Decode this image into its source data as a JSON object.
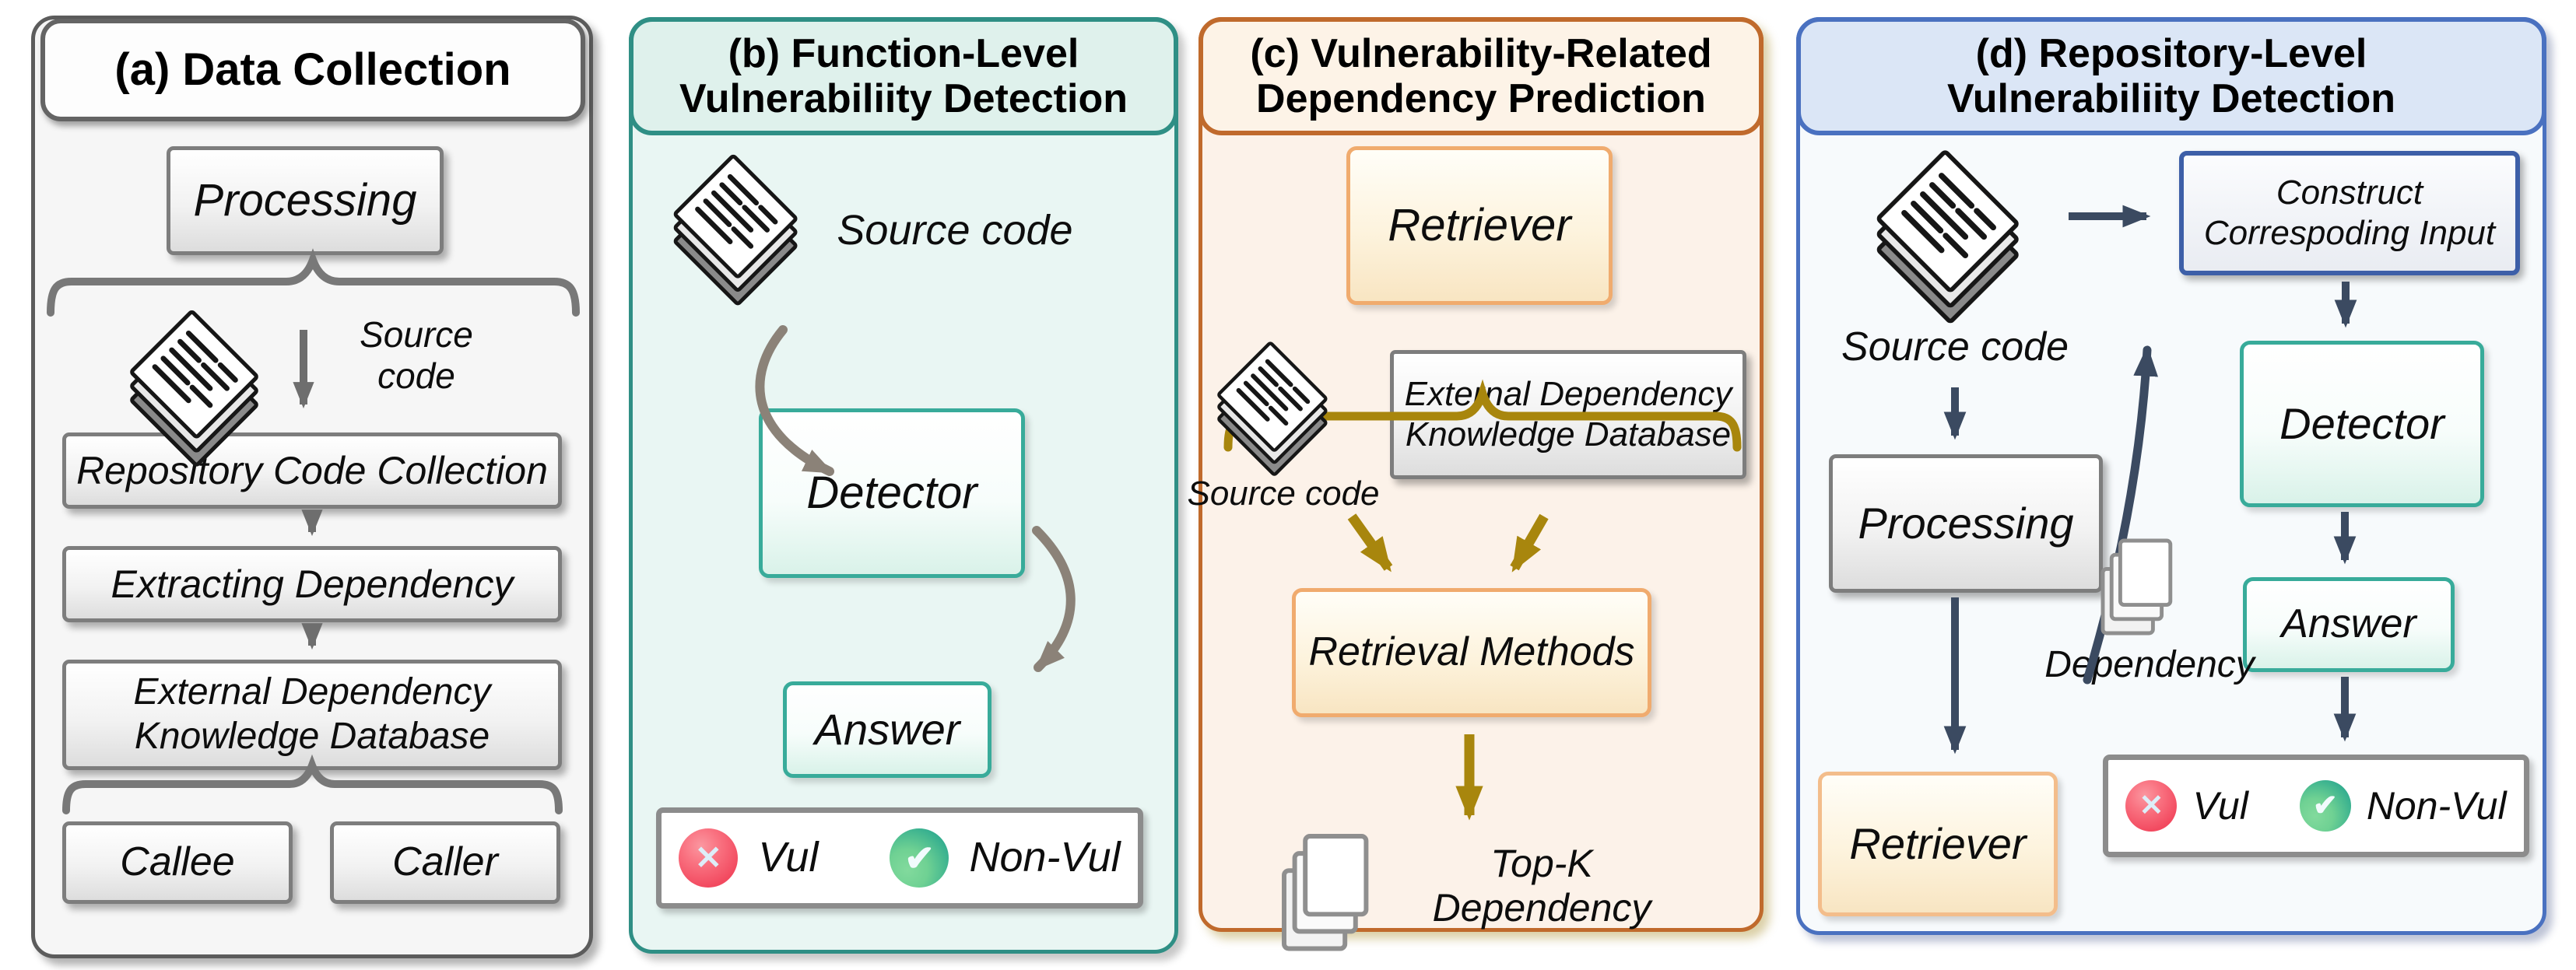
{
  "figure": {
    "panels": {
      "a": {
        "title": "(a) Data Collection",
        "processing": "Processing",
        "source_code_label": "Source code",
        "repo_collection": "Repository Code Collection",
        "extracting": "Extracting Dependency",
        "external_db": "External Dependency\nKnowledge Database",
        "callee": "Callee",
        "caller": "Caller"
      },
      "b": {
        "title": "(b) Function-Level\nVulnerabiliity Detection",
        "source_code_label": "Source code",
        "detector": "Detector",
        "answer": "Answer",
        "vul": "Vul",
        "non_vul": "Non-Vul"
      },
      "c": {
        "title": "(c) Vulnerability-Related\nDependency Prediction",
        "retriever": "Retriever",
        "source_code_label": "Source code",
        "external_db": "External Dependency\nKnowledge Database",
        "retrieval_methods": "Retrieval Methods",
        "top_k": "Top-K\nDependency"
      },
      "d": {
        "title": "(d) Repository-Level\nVulnerabiliity Detection",
        "construct_input": "Construct\nCorrespoding Input",
        "source_code_label": "Source code",
        "processing": "Processing",
        "detector": "Detector",
        "answer": "Answer",
        "retriever": "Retriever",
        "dependency_label": "Dependency",
        "vul": "Vul",
        "non_vul": "Non-Vul"
      }
    },
    "icons": {
      "vul_icon": "✕",
      "non_vul_icon": "✔"
    },
    "colors": {
      "panel_a_border": "#5c5c5c",
      "panel_b_accent": "#2f8f85",
      "panel_c_accent": "#c06a2c",
      "panel_d_accent": "#4a71c0",
      "olive_arrow": "#a8860d",
      "navy_arrow": "#3b4a61",
      "gray_arrow": "#6e6e6e",
      "vul_red": "#f2495f",
      "non_vul_green": "#34ae8f"
    }
  }
}
